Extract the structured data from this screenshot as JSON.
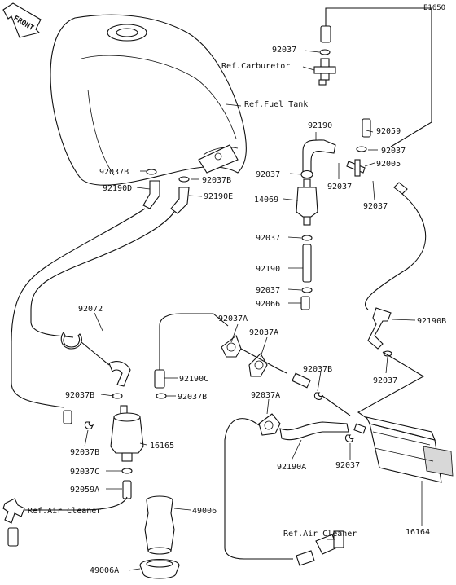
{
  "diagram_id": "E1650",
  "front_label": "FRONT",
  "labels": [
    {
      "id": "p92037-top",
      "text": "92037"
    },
    {
      "id": "ref-carburetor",
      "text": "Ref.Carburetor"
    },
    {
      "id": "ref-fuel-tank",
      "text": "Ref.Fuel Tank"
    },
    {
      "id": "p92190-top",
      "text": "92190"
    },
    {
      "id": "p92059",
      "text": "92059"
    },
    {
      "id": "p92037-r1",
      "text": "92037"
    },
    {
      "id": "p92037b-l1",
      "text": "92037B"
    },
    {
      "id": "p92037b-l2",
      "text": "92037B"
    },
    {
      "id": "p92190d",
      "text": "92190D"
    },
    {
      "id": "p92190e",
      "text": "92190E"
    },
    {
      "id": "p92037-c1",
      "text": "92037"
    },
    {
      "id": "p92005",
      "text": "92005"
    },
    {
      "id": "p92037-c2",
      "text": "92037"
    },
    {
      "id": "p92037-r2",
      "text": "92037"
    },
    {
      "id": "p14069",
      "text": "14069"
    },
    {
      "id": "p92037-c3",
      "text": "92037"
    },
    {
      "id": "p92190-mid",
      "text": "92190"
    },
    {
      "id": "p92037-c4",
      "text": "92037"
    },
    {
      "id": "p92066",
      "text": "92066"
    },
    {
      "id": "p92072",
      "text": "92072"
    },
    {
      "id": "p92037a-1",
      "text": "92037A"
    },
    {
      "id": "p92037a-2",
      "text": "92037A"
    },
    {
      "id": "p92190b",
      "text": "92190B"
    },
    {
      "id": "p92037-r3",
      "text": "92037"
    },
    {
      "id": "p92190c",
      "text": "92190C"
    },
    {
      "id": "p92037b-3",
      "text": "92037B"
    },
    {
      "id": "p92037b-4",
      "text": "92037B"
    },
    {
      "id": "p92037b-5",
      "text": "92037B"
    },
    {
      "id": "p92037a-3",
      "text": "92037A"
    },
    {
      "id": "p92037b-6",
      "text": "92037B"
    },
    {
      "id": "p16165",
      "text": "16165"
    },
    {
      "id": "p92037c",
      "text": "92037C"
    },
    {
      "id": "p92059a",
      "text": "92059A"
    },
    {
      "id": "p92190a",
      "text": "92190A"
    },
    {
      "id": "p92037-b1",
      "text": "92037"
    },
    {
      "id": "ref-air-cleaner-1",
      "text": "Ref.Air Cleaner"
    },
    {
      "id": "p49006",
      "text": "49006"
    },
    {
      "id": "ref-air-cleaner-2",
      "text": "Ref.Air Cleaner"
    },
    {
      "id": "p16164",
      "text": "16164"
    },
    {
      "id": "p49006a",
      "text": "49006A"
    }
  ]
}
